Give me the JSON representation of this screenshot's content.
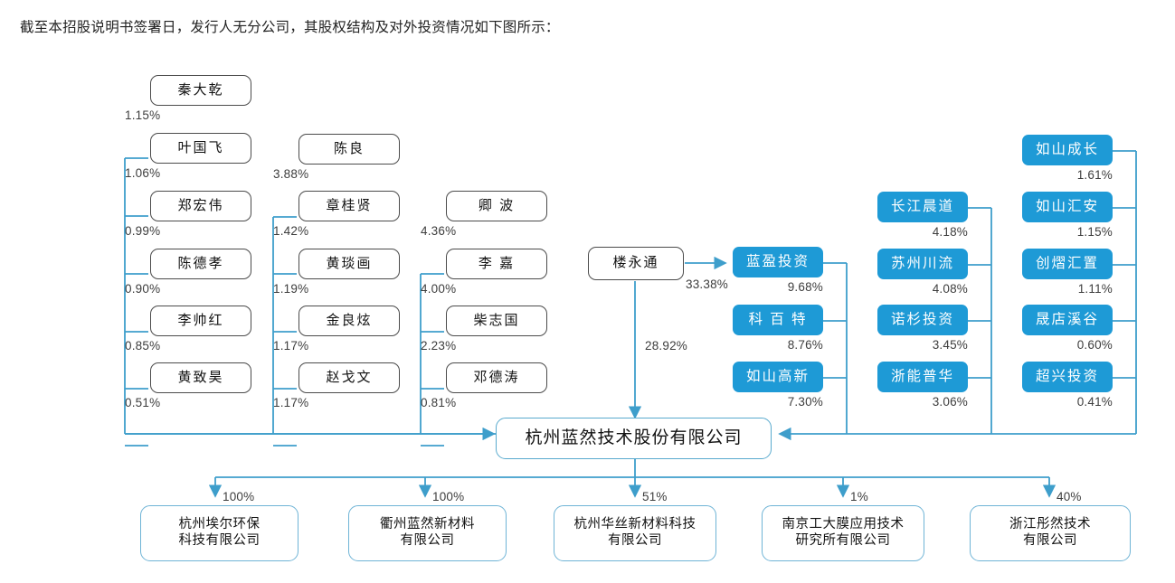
{
  "intro": {
    "text": "截至本招股说明书签署日，发行人无分公司，其股权结构及对外投资情况如下图所示："
  },
  "colors": {
    "blue_fill": "#1e9ad6",
    "connector": "#3e9ecb",
    "white_box_border": "#4b4b4b",
    "main_box_border": "#59aace",
    "sub_box_border": "#6fb4d6",
    "text": "#111111"
  },
  "main_company": {
    "name": "杭州蓝然技术股份有限公司"
  },
  "controlling_person": {
    "name": "楼永通",
    "to_main_pct": "28.92%",
    "to_lanying_pct": "33.38%"
  },
  "columns": {
    "col1": {
      "nodes": [
        {
          "name": "秦大乾",
          "pct": "1.15%"
        },
        {
          "name": "叶国飞",
          "pct": "1.06%"
        },
        {
          "name": "郑宏伟",
          "pct": "0.99%"
        },
        {
          "name": "陈德孝",
          "pct": "0.90%"
        },
        {
          "name": "李帅红",
          "pct": "0.85%"
        },
        {
          "name": "黄致昊",
          "pct": "0.51%"
        }
      ]
    },
    "col2": {
      "nodes": [
        {
          "name": "陈良",
          "pct": "3.88%"
        },
        {
          "name": "章桂贤",
          "pct": "1.42%"
        },
        {
          "name": "黄琰画",
          "pct": "1.19%"
        },
        {
          "name": "金良炫",
          "pct": "1.17%"
        },
        {
          "name": "赵戈文",
          "pct": "1.17%"
        }
      ]
    },
    "col3": {
      "nodes": [
        {
          "name": "卿 波",
          "pct": "4.36%"
        },
        {
          "name": "李 嘉",
          "pct": "4.00%"
        },
        {
          "name": "柴志国",
          "pct": "2.23%"
        },
        {
          "name": "邓德涛",
          "pct": "0.81%"
        }
      ]
    },
    "col4": {
      "nodes": [
        {
          "name": "蓝盈投资",
          "pct": "9.68%"
        },
        {
          "name": "科 百 特",
          "pct": "8.76%"
        },
        {
          "name": "如山高新",
          "pct": "7.30%"
        }
      ]
    },
    "col5": {
      "nodes": [
        {
          "name": "长江晨道",
          "pct": "4.18%"
        },
        {
          "name": "苏州川流",
          "pct": "4.08%"
        },
        {
          "name": "诺杉投资",
          "pct": "3.45%"
        },
        {
          "name": "浙能普华",
          "pct": "3.06%"
        }
      ]
    },
    "col6": {
      "nodes": [
        {
          "name": "如山成长",
          "pct": "1.61%"
        },
        {
          "name": "如山汇安",
          "pct": "1.15%"
        },
        {
          "name": "创熠汇置",
          "pct": "1.11%"
        },
        {
          "name": "晟店溪谷",
          "pct": "0.60%"
        },
        {
          "name": "超兴投资",
          "pct": "0.41%"
        }
      ]
    }
  },
  "subsidiaries": [
    {
      "name": "杭州埃尔环保\n科技有限公司",
      "pct": "100%"
    },
    {
      "name": "衢州蓝然新材料\n有限公司",
      "pct": "100%"
    },
    {
      "name": "杭州华丝新材料科技\n有限公司",
      "pct": "51%"
    },
    {
      "name": "南京工大膜应用技术\n研究所有限公司",
      "pct": "1%"
    },
    {
      "name": "浙江彤然技术\n有限公司",
      "pct": "40%"
    }
  ]
}
